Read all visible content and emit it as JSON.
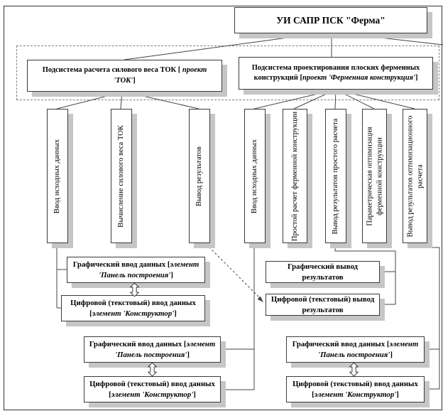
{
  "title": "УИ САПР ПСК \"Ферма\"",
  "subsystems": {
    "tok": {
      "pre": "Подсистема расчета силового веса ТОК [ ",
      "em": "проект 'ТОК'",
      "post": "]"
    },
    "ferma": {
      "pre": "Подсистема проектирования плоских ферменных конструкций [",
      "em": "проект 'Ферменная конструкция'",
      "post": "]"
    }
  },
  "modules": {
    "tok": [
      "Ввод исходных данных",
      "Вычисление силового веса ТОК",
      "Вывод результатов"
    ],
    "ferma": [
      "Ввод исходных данных",
      "Простой расчет ферменной конструкции",
      "Вывод результатов простого расчета",
      "Параметрическая оптимизация ферменной конструкции",
      "Вывод результатов оптимизационного расчета"
    ]
  },
  "elements": {
    "graphic_input": {
      "pre": "Графический ввод данных [",
      "em": "элемент 'Панель построения'",
      "post": "]"
    },
    "text_input": {
      "pre": "Цифровой (текстовый) ввод данных [",
      "em": "элемент 'Конструктор'",
      "post": "]"
    },
    "graphic_output": "Графический вывод результатов",
    "text_output": "Цифровой (текстовый) вывод результатов"
  },
  "icons": {
    "double_arrow": "vertical-double-headed-arrow"
  },
  "colors": {
    "shadow": "#c6c6c6",
    "box_border": "#3a3a3a",
    "line": "#444444",
    "dashed_outline": "#808080"
  }
}
